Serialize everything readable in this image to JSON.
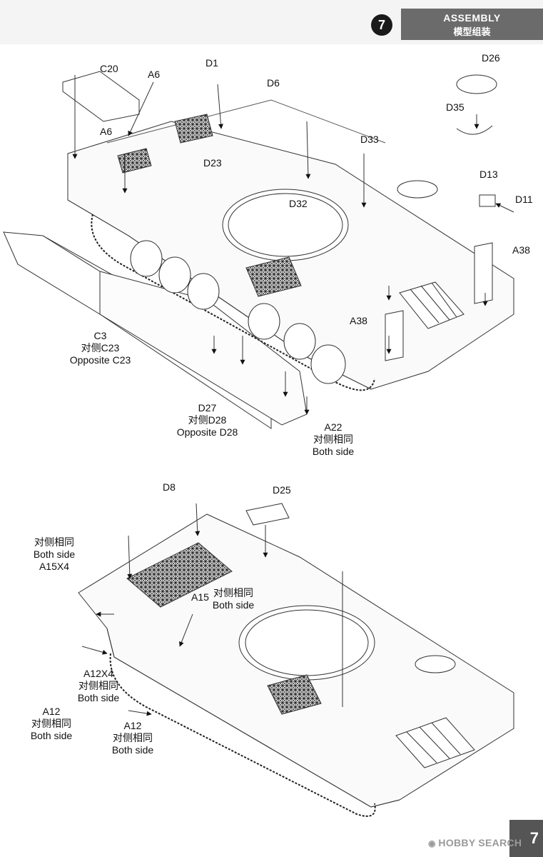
{
  "header": {
    "step": "7",
    "title_en": "ASSEMBLY",
    "title_cn": "模型组装"
  },
  "top_labels": {
    "c20": "C20",
    "a6_top": "A6",
    "d1": "D1",
    "d6": "D6",
    "d26": "D26",
    "d35": "D35",
    "a6_left": "A6",
    "d23": "D23",
    "d33": "D33",
    "d13": "D13",
    "d11": "D11",
    "d32": "D32",
    "a38_right": "A38",
    "a38_mid": "A38",
    "c3": {
      "code": "C3",
      "cn": "对侧C23",
      "en": "Opposite C23"
    },
    "d27": {
      "code": "D27",
      "cn": "对侧D28",
      "en": "Opposite D28"
    },
    "a22": {
      "code": "A22",
      "cn": "对侧相同",
      "en": "Both side"
    }
  },
  "bottom_labels": {
    "d8": "D8",
    "d25": "D25",
    "a15x4": {
      "cn": "对侧相同",
      "en": "Both side",
      "code": "A15X4"
    },
    "a15": {
      "code": "A15",
      "cn": "对侧相同",
      "en": "Both side"
    },
    "a12x4": {
      "code": "A12X4",
      "cn": "对侧相同",
      "en": "Both side"
    },
    "a12_left": {
      "code": "A12",
      "cn": "对侧相同",
      "en": "Both side"
    },
    "a12_mid": {
      "code": "A12",
      "cn": "对侧相同",
      "en": "Both side"
    }
  },
  "footer": {
    "page_number": "7",
    "watermark": "HOBBY SEARCH"
  }
}
